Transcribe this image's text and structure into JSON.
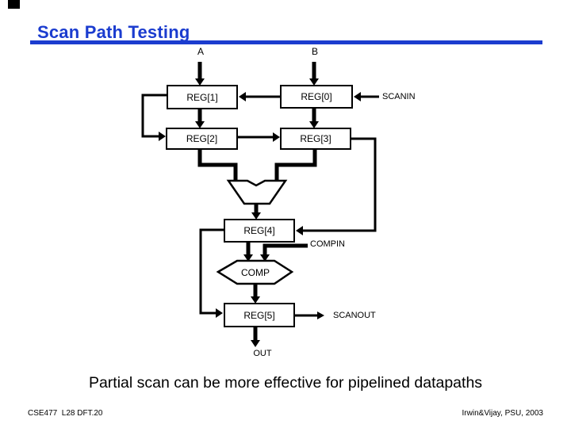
{
  "colors": {
    "accent_blue": "#1b3ccf",
    "line_black": "#000000"
  },
  "header": {
    "title": "Scan Path Testing"
  },
  "diagram": {
    "input_a": "A",
    "input_b": "B",
    "registers": {
      "reg0": "REG[0]",
      "reg1": "REG[1]",
      "reg2": "REG[2]",
      "reg3": "REG[3]",
      "reg4": "REG[4]",
      "reg5": "REG[5]"
    },
    "comparator_label": "COMP",
    "signals": {
      "scanin": "SCANIN",
      "compin": "COMPIN",
      "scanout": "SCANOUT",
      "out": "OUT"
    }
  },
  "statement": "Partial scan can be more effective for pipelined datapaths",
  "footer": {
    "left": "CSE477  L28 DFT.20",
    "right": "Irwin&Vijay, PSU, 2003"
  }
}
